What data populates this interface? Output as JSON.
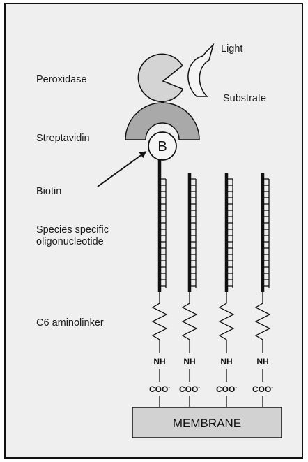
{
  "labels": {
    "peroxidase": "Peroxidase",
    "streptavidin": "Streptavidin",
    "biotin": "Biotin",
    "oligo_line1": "Species specific",
    "oligo_line2": "oligonucleotide",
    "linker": "C6 aminolinker",
    "light": "Light",
    "substrate": "Substrate",
    "biotin_symbol": "B",
    "membrane": "MEMBRANE",
    "nh": "NH",
    "coo": "COO",
    "coo_sup": "-"
  },
  "probes": {
    "count": 4
  },
  "colors": {
    "peroxidase_fill": "#d4d4d4",
    "streptavidin_fill": "#a9a9a9",
    "membrane_fill": "#d2d2d2",
    "line": "#111111",
    "background": "#efefef"
  }
}
